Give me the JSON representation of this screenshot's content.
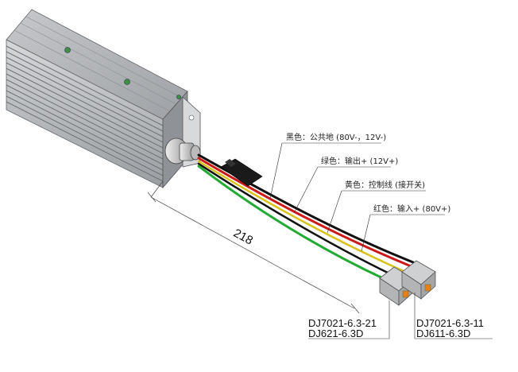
{
  "callouts": {
    "black": "黑色：公共地 (80V-，12V-)",
    "green": "绿色：输出+ (12V+)",
    "yellow": "黄色：控制线 (接开关)",
    "red": "红色：输入+ (80V+)"
  },
  "dimension": "218",
  "connectors": {
    "left_line1": "DJ7021-6.3-21",
    "left_line2": "DJ621-6.3D",
    "right_line1": "DJ7021-6.3-11",
    "right_line2": "DJ611-6.3D"
  },
  "colors": {
    "wire_black": "#111111",
    "wire_green": "#22aa33",
    "wire_red": "#cc1a1a",
    "wire_yellow": "#d9c21a",
    "housing": "#b9bcc0",
    "connector": "#c9cacc"
  }
}
